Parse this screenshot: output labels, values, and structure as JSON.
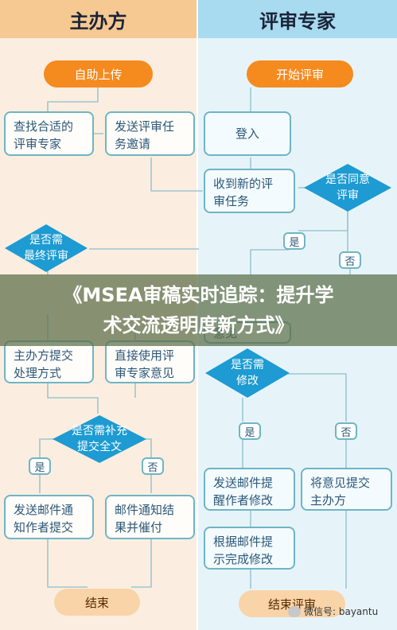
{
  "left_header": "主办方",
  "right_header": "评审专家",
  "left": {
    "upload": "自助上传",
    "find_experts": [
      "查找合适的",
      "评审专家"
    ],
    "send_invite": [
      "发送评审任",
      "务邀请"
    ],
    "need_review_q": [
      "是否需",
      "最终评审"
    ],
    "organizer_handle": [
      "主办方提交",
      "处理方式"
    ],
    "use_opinion": [
      "直接使用评",
      "审专家意见"
    ],
    "need_fulltext_q": [
      "是否需补充",
      "提交全文"
    ],
    "yes": "是",
    "no": "否",
    "email_notify_author": [
      "发送邮件通",
      "知作者提交"
    ],
    "email_result": [
      "邮件通知结",
      "果并催付"
    ],
    "end": "结束"
  },
  "right": {
    "start": "开始评审",
    "login": "登入",
    "receive_task": [
      "收到新的评",
      "审任务"
    ],
    "agree_q": [
      "是否同意",
      "评审"
    ],
    "yes": "是",
    "no": "否",
    "opinion": "意见",
    "need_modify_q": [
      "是否需",
      "修改"
    ],
    "email_author_modify": [
      "发送邮件提",
      "醒作者修改"
    ],
    "submit_opinion": [
      "将意见提交",
      "主办方"
    ],
    "modify_by_email": [
      "根据邮件提",
      "示完成修改"
    ],
    "end_review": "结束评审"
  },
  "banner": [
    "《MSEA审稿实时追踪：提升学",
    "术交流透明度新方式》"
  ],
  "watermark": "微信号: bayantu"
}
